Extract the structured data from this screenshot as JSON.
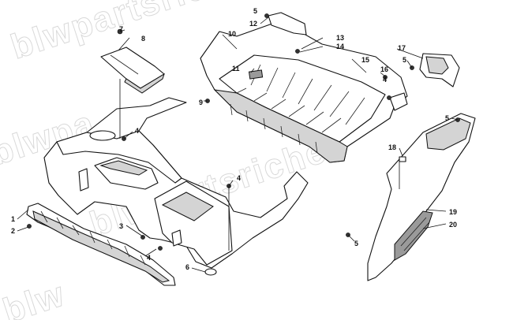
{
  "watermark": {
    "text_top": "blwpartsriches",
    "text_mid": "blwpartsriches",
    "text_left": "blwpa",
    "text_bottom": "blw"
  },
  "callouts": [
    {
      "id": "c1",
      "label": "1"
    },
    {
      "id": "c2",
      "label": "2"
    },
    {
      "id": "c3",
      "label": "3"
    },
    {
      "id": "c4a",
      "label": "4"
    },
    {
      "id": "c4b",
      "label": "4"
    },
    {
      "id": "c4c",
      "label": "4"
    },
    {
      "id": "c4d",
      "label": "4"
    },
    {
      "id": "c5a",
      "label": "5"
    },
    {
      "id": "c5b",
      "label": "5"
    },
    {
      "id": "c5c",
      "label": "5"
    },
    {
      "id": "c5d",
      "label": "5"
    },
    {
      "id": "c6",
      "label": "6"
    },
    {
      "id": "c7",
      "label": "7"
    },
    {
      "id": "c8",
      "label": "8"
    },
    {
      "id": "c9",
      "label": "9"
    },
    {
      "id": "c10",
      "label": "10"
    },
    {
      "id": "c11",
      "label": "11"
    },
    {
      "id": "c12",
      "label": "12"
    },
    {
      "id": "c13",
      "label": "13"
    },
    {
      "id": "c14",
      "label": "14"
    },
    {
      "id": "c15",
      "label": "15"
    },
    {
      "id": "c16",
      "label": "16"
    },
    {
      "id": "c17",
      "label": "17"
    },
    {
      "id": "c18",
      "label": "18"
    },
    {
      "id": "c19",
      "label": "19"
    },
    {
      "id": "c20",
      "label": "20"
    }
  ],
  "colors": {
    "ink": "#111111",
    "shade": "#d4d4d4",
    "watermark": "#d9d9d9"
  }
}
